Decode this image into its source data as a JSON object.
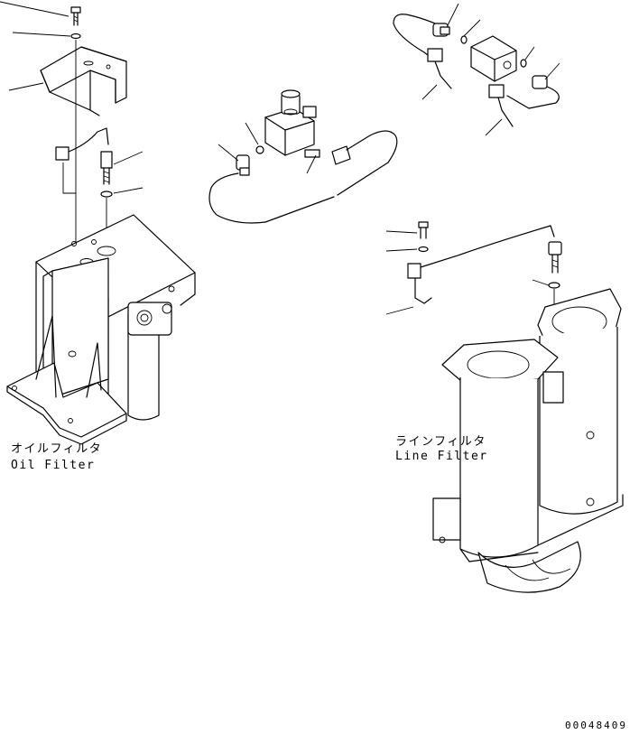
{
  "labels": {
    "oil_filter_jp": "オイルフィルタ",
    "oil_filter_en": "Oil Filter",
    "line_filter_jp": "ラインフィルタ",
    "line_filter_en": "Line Filter"
  },
  "drawing_number": "00048409"
}
